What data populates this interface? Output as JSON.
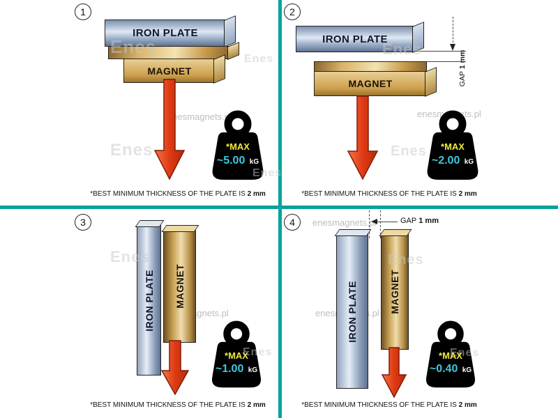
{
  "colors": {
    "divider": "#00a49c",
    "arrow": "#e03a12",
    "max_text": "#f2ea3e",
    "value_text": "#3cc9dc",
    "unit_text": "#ffffff"
  },
  "watermark": {
    "url_text": "enesmagnets.pl",
    "logo_text": "Enes"
  },
  "panels": [
    {
      "number": "1",
      "plate_label": "IRON PLATE",
      "magnet_label": "MAGNET",
      "weight": {
        "max_label": "*MAX",
        "value": "~5.00",
        "unit": "kG"
      },
      "footer": {
        "text": "*BEST MINIMUM THICKNESS OF THE PLATE IS ",
        "bold": "2 mm"
      }
    },
    {
      "number": "2",
      "plate_label": "IRON PLATE",
      "magnet_label": "MAGNET",
      "gap": {
        "label": "GAP",
        "value": "1 mm"
      },
      "weight": {
        "max_label": "*MAX",
        "value": "~2.00",
        "unit": "kG"
      },
      "footer": {
        "text": "*BEST MINIMUM THICKNESS OF THE PLATE IS ",
        "bold": "2 mm"
      }
    },
    {
      "number": "3",
      "plate_label": "IRON PLATE",
      "magnet_label": "MAGNET",
      "weight": {
        "max_label": "*MAX",
        "value": "~1.00",
        "unit": "kG"
      },
      "footer": {
        "text": "*BEST MINIMUM THICKNESS OF THE PLATE IS ",
        "bold": "2 mm"
      }
    },
    {
      "number": "4",
      "plate_label": "IRON PLATE",
      "magnet_label": "MAGNET",
      "gap": {
        "label": "GAP",
        "value": "1 mm"
      },
      "weight": {
        "max_label": "*MAX",
        "value": "~0.40",
        "unit": "kG"
      },
      "footer": {
        "text": "*BEST MINIMUM THICKNESS OF THE PLATE IS ",
        "bold": "2 mm"
      }
    }
  ]
}
